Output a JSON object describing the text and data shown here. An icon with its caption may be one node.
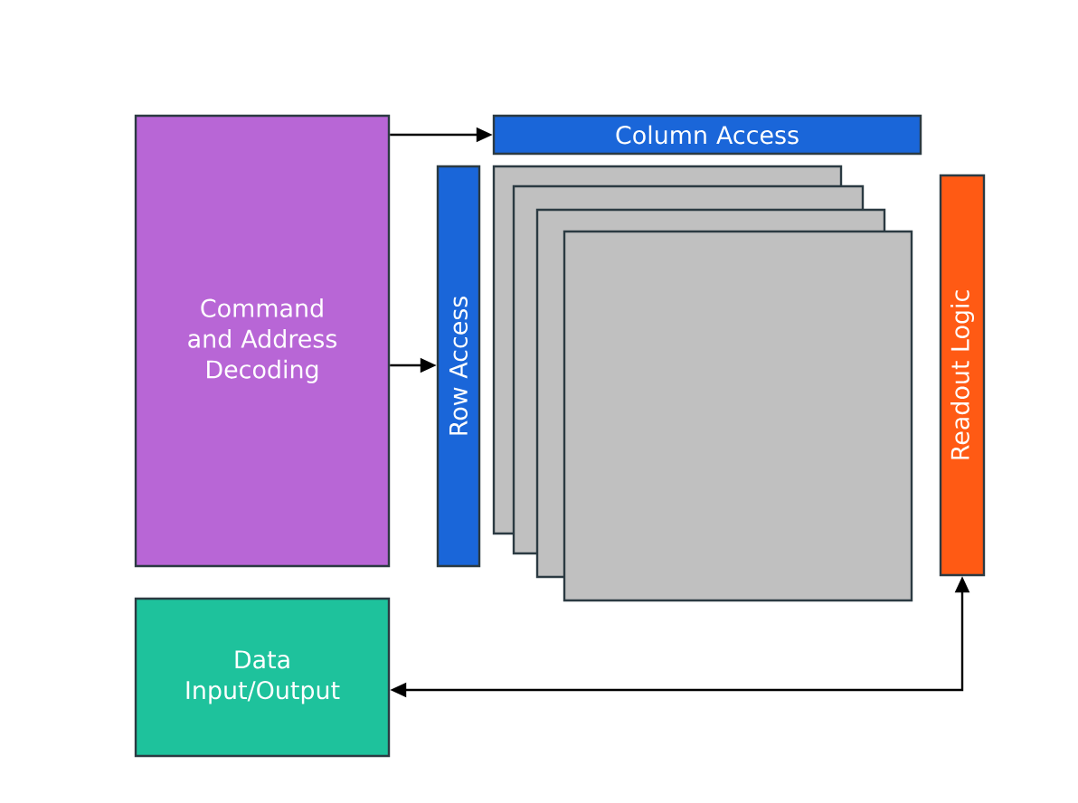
{
  "diagram": {
    "nodes": [
      {
        "text": [
          "Command and Address Decoding"
        ]
      },
      {
        "text": [
          "Column Access"
        ]
      },
      {
        "text": [
          "Row Access"
        ]
      },
      {
        "text": [],
        "shape": "box"
      },
      {
        "text": [],
        "shape": "box"
      },
      {
        "text": [],
        "shape": "box"
      },
      {
        "text": [],
        "shape": "box"
      },
      {
        "text": [
          "Readout Logic"
        ]
      },
      {
        "text": [
          "Data Input/Output"
        ]
      }
    ],
    "edges": [
      {
        "from": 0,
        "to": 1,
        "arrow": "to"
      },
      {
        "from": 0,
        "to": 2,
        "arrow": "to"
      },
      {
        "from": 8,
        "to": 7,
        "arrow": "both"
      }
    ]
  }
}
